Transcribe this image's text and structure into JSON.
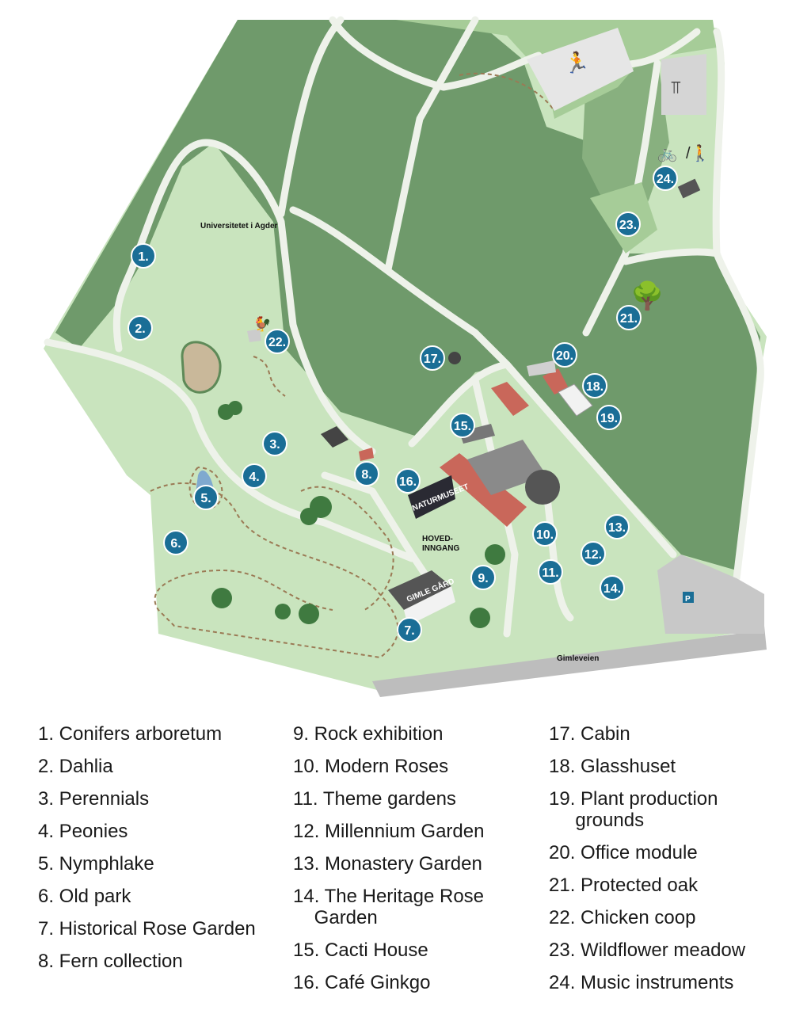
{
  "colors": {
    "forest": "#6f9a6b",
    "lawn": "#c9e4be",
    "meadow": "#9bc48e",
    "path": "#eef2ea",
    "marker": "#1a6e96",
    "road": "#bdbdbd",
    "building_red": "#c9675a"
  },
  "map_labels": {
    "university": "Universitetet i Agder",
    "museum": "NATURMUSEET",
    "entrance_1": "HOVED-",
    "entrance_2": "INNGANG",
    "gimle": "GIMLE GÅRD",
    "road": "Gimleveien",
    "parking": "P"
  },
  "markers": [
    "1.",
    "2.",
    "3.",
    "4.",
    "5.",
    "6.",
    "7.",
    "8.",
    "9.",
    "10.",
    "11.",
    "12.",
    "13.",
    "14.",
    "15.",
    "16.",
    "17.",
    "18.",
    "19.",
    "20.",
    "21.",
    "22.",
    "23.",
    "24."
  ],
  "icons": [
    "running-hurdle-icon",
    "pullup-bar-icon",
    "bicycle-icon",
    "walking-icon",
    "chicken-icon",
    "oak-tree-icon",
    "xylophone-icon"
  ],
  "legend": {
    "col1": [
      "1. Conifers arboretum",
      "2. Dahlia",
      "3. Perennials",
      "4. Peonies",
      "5. Nymphlake",
      "6. Old park",
      "7. Historical Rose Garden",
      "8. Fern collection"
    ],
    "col2": [
      "9. Rock exhibition",
      "10. Modern Roses",
      "11. Theme gardens",
      "12. Millennium Garden",
      "13. Monastery Garden",
      "14. The Heritage Rose\n    Garden",
      "15. Cacti House",
      "16. Café Ginkgo"
    ],
    "col3": [
      "17. Cabin",
      "18. Glasshuset",
      "19. Plant production\n     grounds",
      "20. Office module",
      "21. Protected oak",
      "22. Chicken coop",
      "23. Wildflower meadow",
      "24. Music instruments"
    ]
  }
}
